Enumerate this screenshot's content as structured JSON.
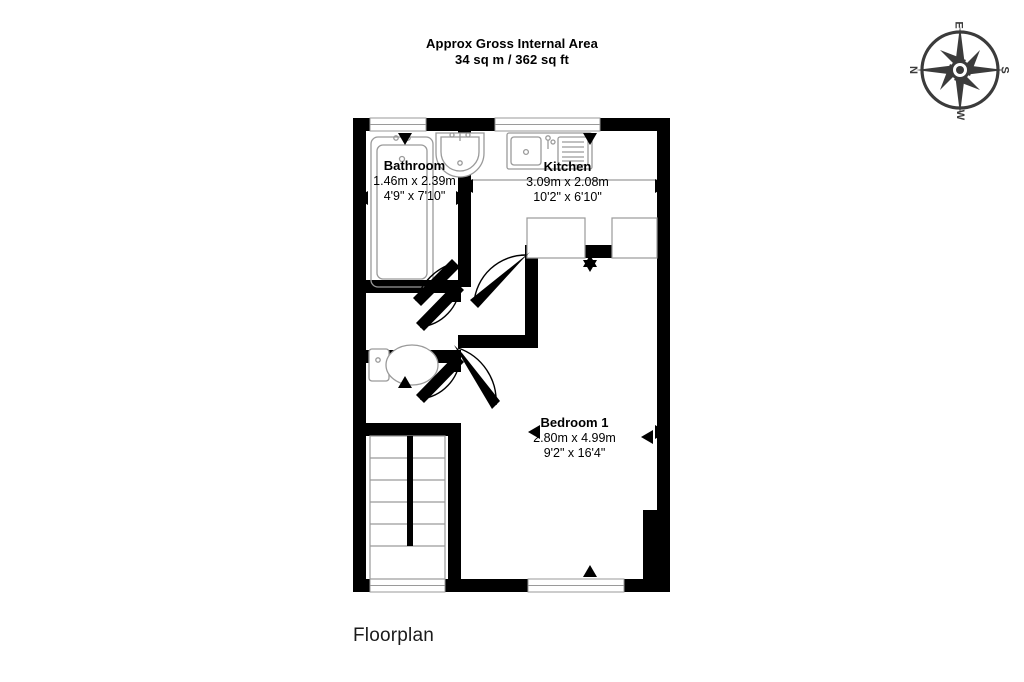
{
  "header": {
    "line1": "Approx Gross Internal Area",
    "line2": "34 sq m / 362 sq ft"
  },
  "compass": {
    "icon": "compass-rose-icon",
    "top_letter": "E",
    "right_letter": "S",
    "bottom_letter": "W",
    "left_letter": "N"
  },
  "footer": {
    "title": "Floorplan"
  },
  "colors": {
    "wall": "#000000",
    "fixture_outline": "#8a8a8a",
    "background": "#ffffff",
    "compass": "#3b3b3b",
    "text": "#000000"
  },
  "rooms": [
    {
      "id": "bathroom",
      "name": "Bathroom",
      "dim_metric": "1.46m x 2.39m",
      "dim_imperial": "4'9\" x 7'10\"",
      "fixtures": [
        "bathtub",
        "wash-basin",
        "toilet"
      ]
    },
    {
      "id": "kitchen",
      "name": "Kitchen",
      "dim_metric": "3.09m x 2.08m",
      "dim_imperial": "10'2\" x 6'10\"",
      "fixtures": [
        "kitchen-sink",
        "base-unit",
        "base-unit"
      ]
    },
    {
      "id": "bedroom1",
      "name": "Bedroom 1",
      "dim_metric": "2.80m x 4.99m",
      "dim_imperial": "9'2\" x 16'4\"",
      "fixtures": []
    }
  ],
  "plan_features": {
    "staircase": {
      "name": "staircase",
      "steps": 6
    },
    "cupboards": 2,
    "windows": 4,
    "doors": 5
  }
}
